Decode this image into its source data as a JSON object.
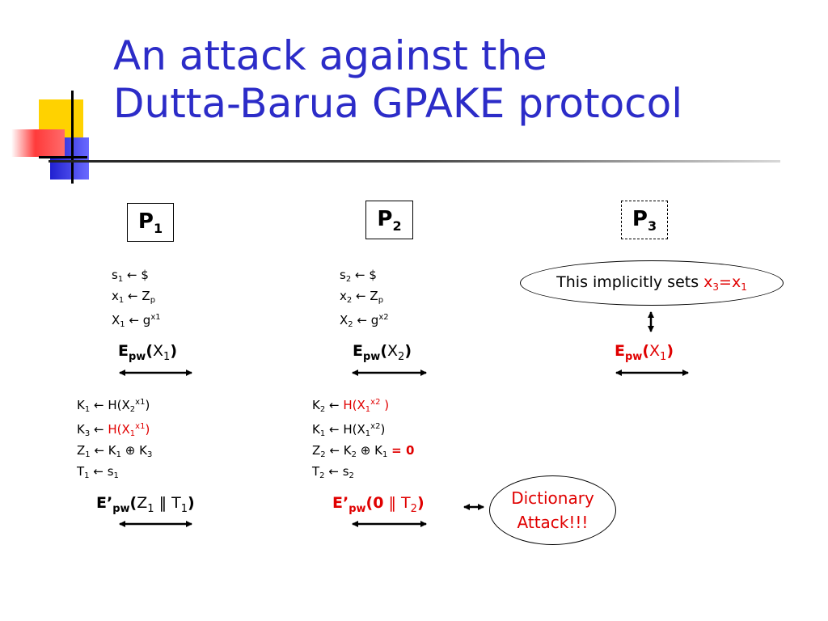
{
  "title": {
    "line1": "An attack against the",
    "line2": "Dutta-Barua GPAKE protocol"
  },
  "colors": {
    "title": "#2c2cc8",
    "accent_red": "#e00000",
    "deco_yellow": "#ffd200",
    "deco_blue": "#2828d8",
    "deco_red": "#ff3030"
  },
  "parties": [
    {
      "name": "P",
      "sub": "1",
      "border": "solid"
    },
    {
      "name": "P",
      "sub": "2",
      "border": "solid"
    },
    {
      "name": "P",
      "sub": "3",
      "border": "dashed"
    }
  ],
  "p1": {
    "setup": [
      {
        "v": "s",
        "sub": "1",
        "rhs": "$"
      },
      {
        "v": "x",
        "sub": "1",
        "rhs": "Z",
        "rhs_sub": "p"
      },
      {
        "v": "X",
        "sub": "1",
        "rhs": "g",
        "rhs_sup": "x1"
      }
    ],
    "msg1": {
      "e": "E",
      "e_sub": "pw",
      "arg": "X",
      "arg_sub": "1"
    },
    "compute": [
      {
        "v": "K",
        "sub": "1",
        "rhs": "H(X",
        "rhs_sub": "2",
        "rhs_sup": "x1",
        "close": ")",
        "red": false
      },
      {
        "v": "K",
        "sub": "3",
        "rhs": "H(X",
        "rhs_sub": "1",
        "rhs_sup": "x1",
        "close": ")",
        "red": true
      },
      {
        "v": "Z",
        "sub": "1",
        "rhs": "K",
        "rhs_sub": "1",
        "op": "⊕",
        "rhs2": "K",
        "rhs2_sub": "3"
      },
      {
        "v": "T",
        "sub": "1",
        "rhs": "s",
        "rhs_sub": "1"
      }
    ],
    "msg2": {
      "e": "E’",
      "e_sub": "pw",
      "arg": "Z",
      "arg_sub": "1",
      "sep": "‖",
      "arg2": "T",
      "arg2_sub": "1"
    }
  },
  "p2": {
    "setup": [
      {
        "v": "s",
        "sub": "2",
        "rhs": "$"
      },
      {
        "v": "x",
        "sub": "2",
        "rhs": "Z",
        "rhs_sub": "p"
      },
      {
        "v": "X",
        "sub": "2",
        "rhs": "g",
        "rhs_sup": "x2"
      }
    ],
    "msg1": {
      "e": "E",
      "e_sub": "pw",
      "arg": "X",
      "arg_sub": "2"
    },
    "compute": [
      {
        "v": "K",
        "sub": "2",
        "rhs": "H(X",
        "rhs_sub": "1",
        "rhs_sup": "x2",
        "close": " )",
        "red": true
      },
      {
        "v": "K",
        "sub": "1",
        "rhs": "H(X",
        "rhs_sub": "1",
        "rhs_sup": "x2",
        "close": ")",
        "red": false
      },
      {
        "v": "Z",
        "sub": "2",
        "rhs": "K",
        "rhs_sub": "2",
        "op": "⊕",
        "rhs2": "K",
        "rhs2_sub": "1",
        "tail": "= 0"
      },
      {
        "v": "T",
        "sub": "2",
        "rhs": "s",
        "rhs_sub": "2"
      }
    ],
    "msg2": {
      "e": "E’",
      "e_sub": "pw",
      "arg": "0",
      "sep": "‖",
      "arg2": "T",
      "arg2_sub": "2"
    }
  },
  "p3": {
    "note": {
      "text": "This implicitly sets ",
      "expr_a": "x",
      "a_sub": "3",
      "eq": "=",
      "expr_b": "x",
      "b_sub": "1"
    },
    "msg1": {
      "e": "E",
      "e_sub": "pw",
      "arg": "X",
      "arg_sub": "1"
    }
  },
  "attack": {
    "line1": "Dictionary",
    "line2": "Attack!!!"
  },
  "arrow_symbol": "←"
}
